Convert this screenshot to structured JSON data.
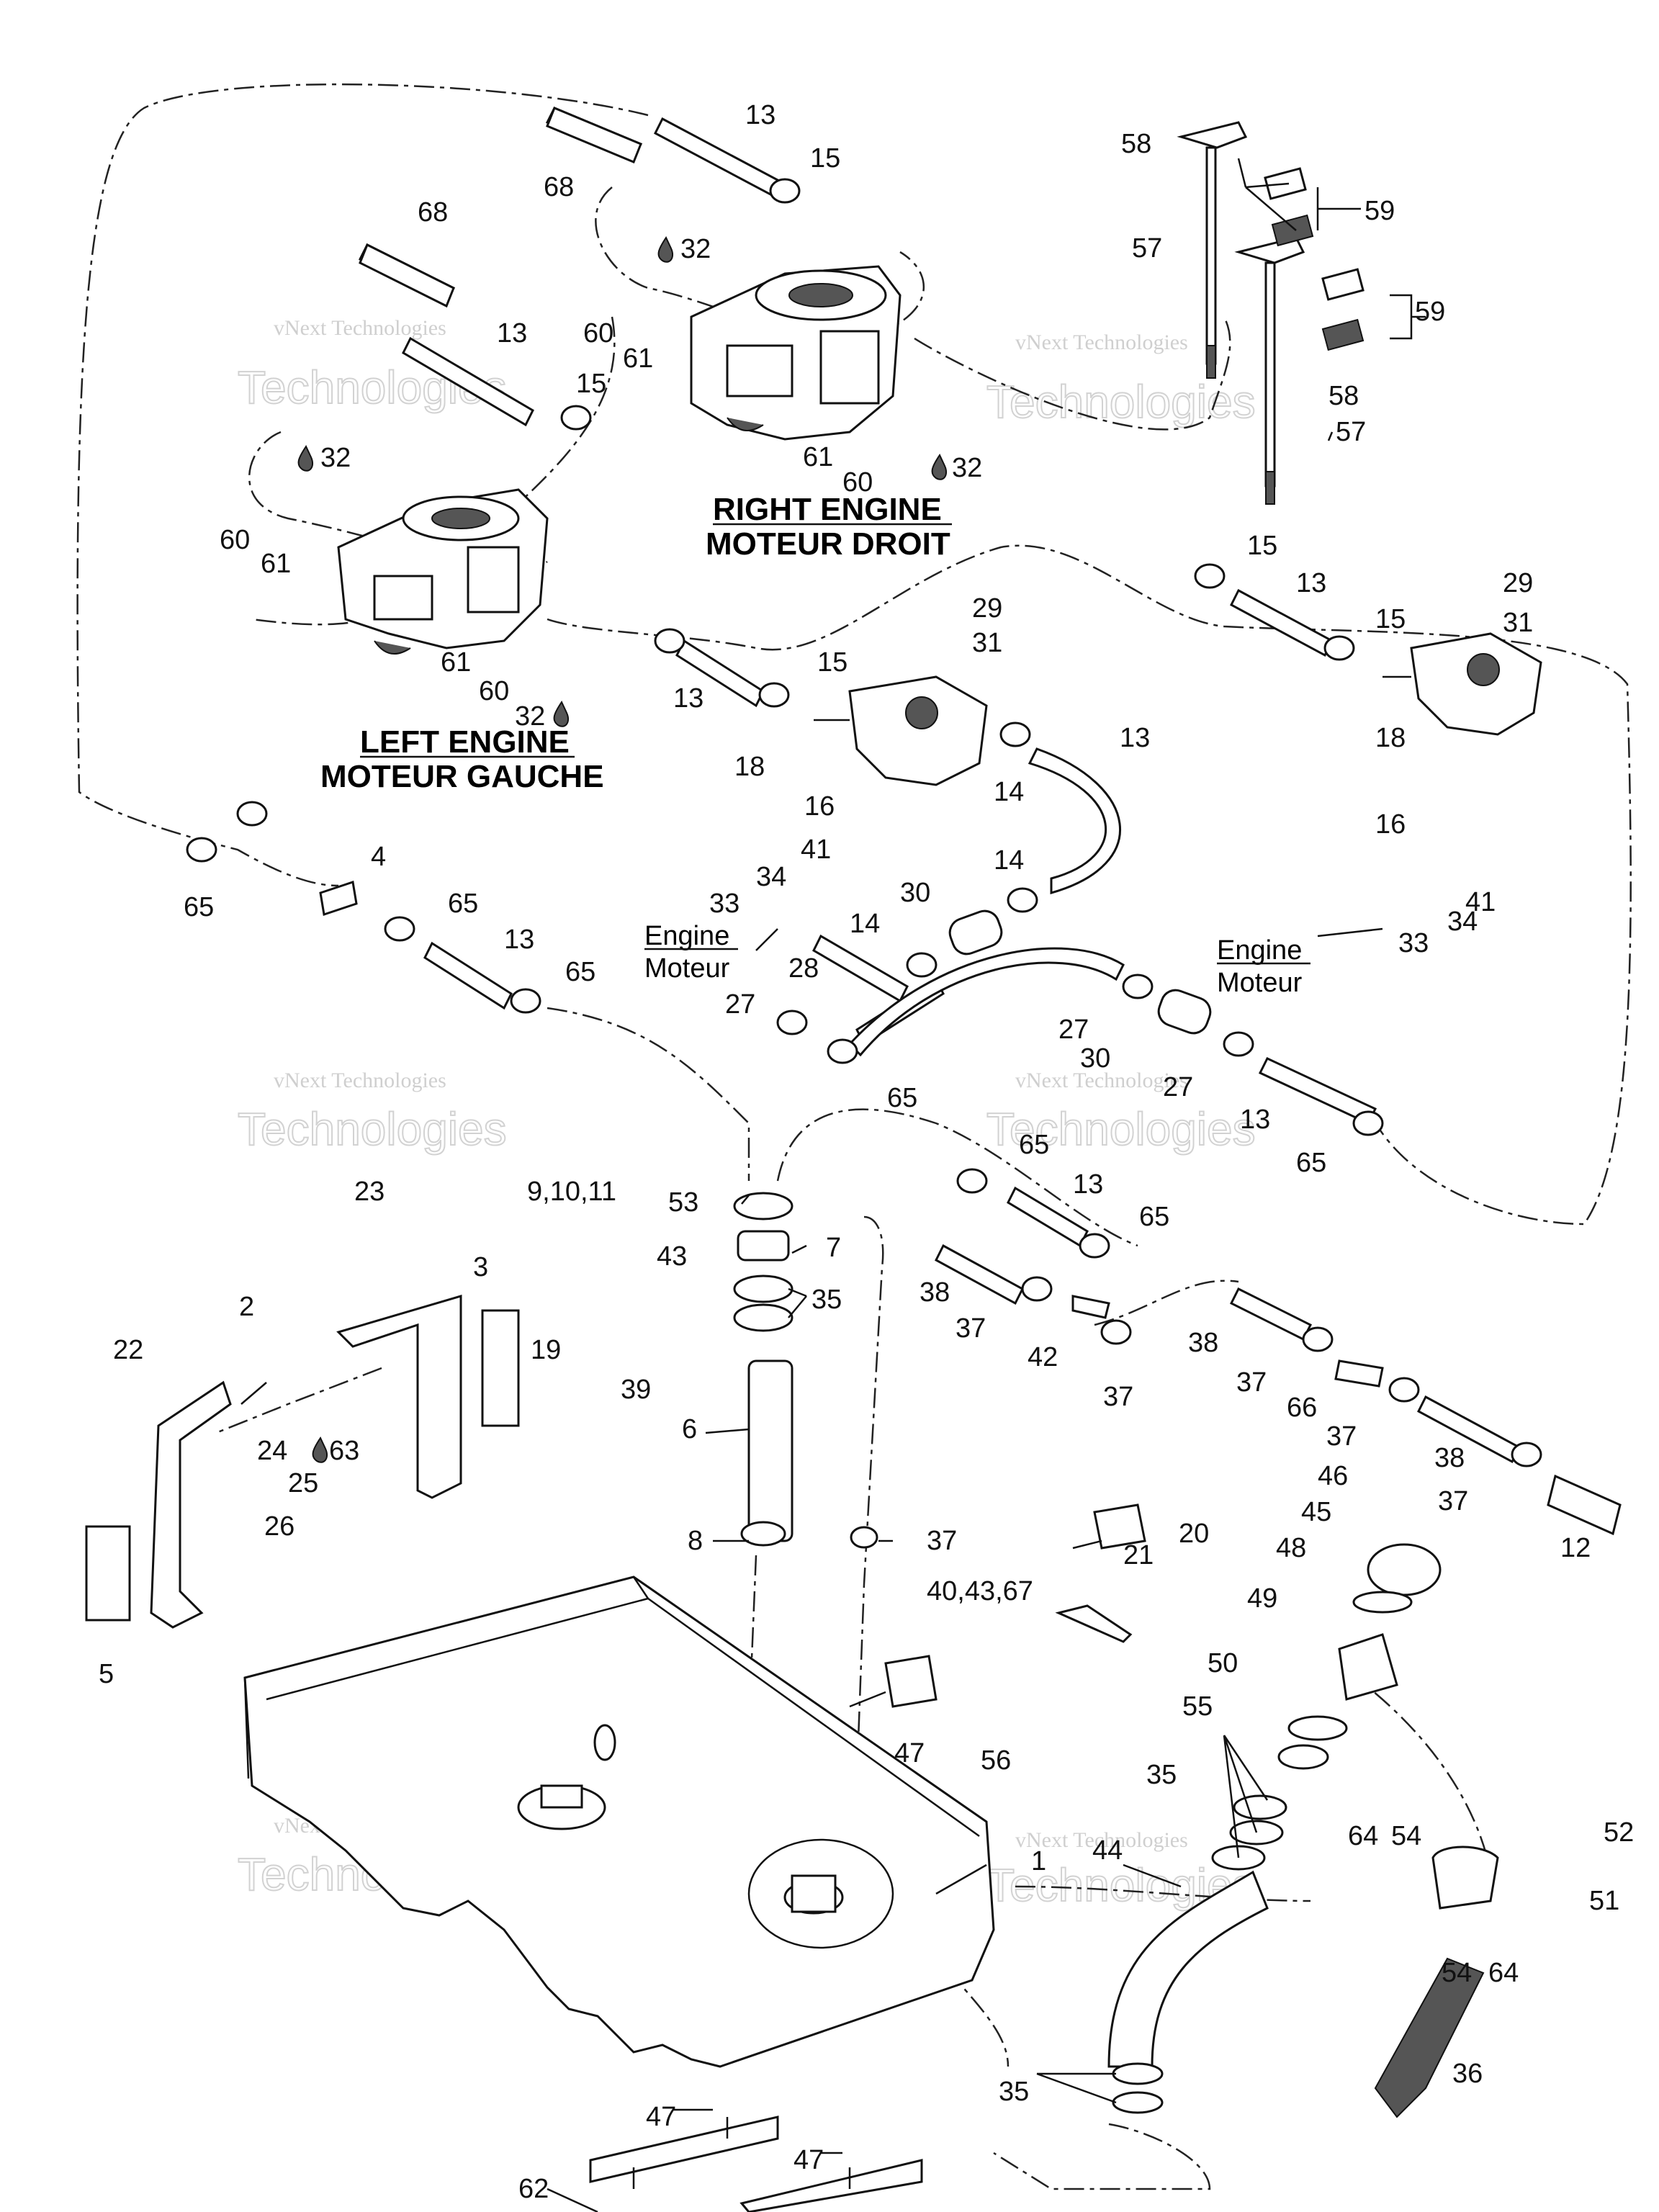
{
  "engines": {
    "right": {
      "title": "RIGHT  ENGINE",
      "subtitle": "MOTEUR DROIT"
    },
    "left": {
      "title": "LEFT  ENGINE",
      "subtitle": "MOTEUR GAUCHE"
    }
  },
  "engine_labels": [
    {
      "line1": "Engine",
      "line2": "Moteur"
    },
    {
      "line1": "Engine",
      "line2": "Moteur"
    }
  ],
  "watermark": {
    "brand": "vNext",
    "line": "vNext Technologies",
    "big": "Technologies"
  },
  "callouts": [
    "13",
    "15",
    "68",
    "58",
    "59",
    "57",
    "59",
    "58",
    "57",
    "32",
    "60",
    "61",
    "68",
    "13",
    "15",
    "61",
    "60",
    "32",
    "32",
    "60",
    "61",
    "61",
    "60",
    "32",
    "15",
    "15",
    "13",
    "29",
    "31",
    "15",
    "13",
    "29",
    "31",
    "18",
    "13",
    "14",
    "18",
    "16",
    "16",
    "4",
    "65",
    "65",
    "13",
    "65",
    "41",
    "34",
    "33",
    "30",
    "14",
    "33",
    "34",
    "41",
    "14",
    "28",
    "27",
    "27",
    "30",
    "27",
    "13",
    "65",
    "65",
    "65",
    "13",
    "65",
    "53",
    "7",
    "9,10,11",
    "43",
    "35",
    "38",
    "37",
    "42",
    "37",
    "38",
    "37",
    "66",
    "37",
    "38",
    "37",
    "12",
    "23",
    "3",
    "2",
    "19",
    "22",
    "39",
    "6",
    "24",
    "63",
    "25",
    "26",
    "8",
    "37",
    "20",
    "21",
    "46",
    "45",
    "48",
    "49",
    "40,43,67",
    "50",
    "55",
    "35",
    "47",
    "56",
    "5",
    "1",
    "44",
    "64",
    "54",
    "52",
    "51",
    "54",
    "64",
    "36",
    "35",
    "47",
    "47",
    "62"
  ]
}
